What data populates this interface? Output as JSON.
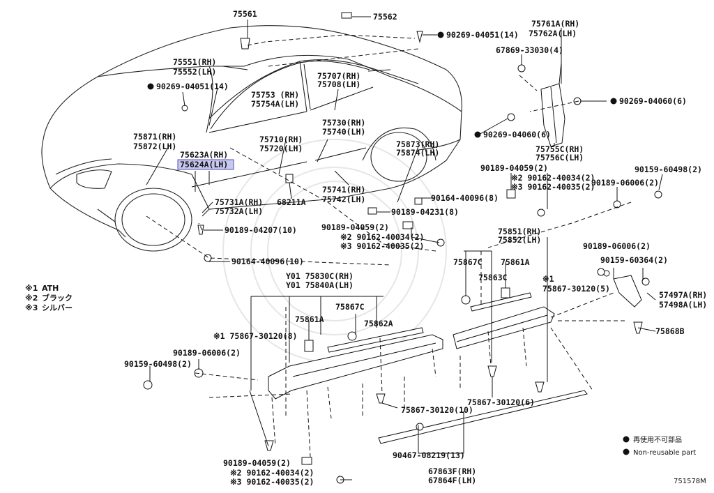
{
  "diagram_code": "751578M",
  "legend": {
    "reuse_jp": "再使用不可部品",
    "nonreuse_en": "Non-reusable part"
  },
  "notes": [
    {
      "mark": "※1",
      "text": "ATH"
    },
    {
      "mark": "※2",
      "text": "ブラック"
    },
    {
      "mark": "※3",
      "text": "シルバー"
    }
  ],
  "labels": [
    {
      "id": "l1",
      "text": "75561",
      "dot": false
    },
    {
      "id": "l2",
      "text": "75562",
      "dot": false
    },
    {
      "id": "l3",
      "text": "90269-04051(14)",
      "dot": true
    },
    {
      "id": "l4",
      "text": "75761A(RH)",
      "dot": false
    },
    {
      "id": "l5",
      "text": "75762A(LH)",
      "dot": false
    },
    {
      "id": "l6",
      "text": "67869-33030(4)",
      "dot": false
    },
    {
      "id": "l7",
      "text": "75551(RH)",
      "dot": false
    },
    {
      "id": "l8",
      "text": "75552(LH)",
      "dot": false
    },
    {
      "id": "l9",
      "text": "75707(RH)",
      "dot": false
    },
    {
      "id": "l10",
      "text": "75708(LH)",
      "dot": false
    },
    {
      "id": "l11",
      "text": "90269-04051(14)",
      "dot": true
    },
    {
      "id": "l12",
      "text": "75753 (RH)",
      "dot": false
    },
    {
      "id": "l13",
      "text": "75754A(LH)",
      "dot": false
    },
    {
      "id": "l14",
      "text": "90269-04060(6)",
      "dot": true
    },
    {
      "id": "l15",
      "text": "75730(RH)",
      "dot": false
    },
    {
      "id": "l16",
      "text": "75740(LH)",
      "dot": false
    },
    {
      "id": "l17",
      "text": "90269-04060(6)",
      "dot": true
    },
    {
      "id": "l18",
      "text": "75871(RH)",
      "dot": false
    },
    {
      "id": "l19",
      "text": "75872(LH)",
      "dot": false
    },
    {
      "id": "l20",
      "text": "75710(RH)",
      "dot": false
    },
    {
      "id": "l21",
      "text": "75720(LH)",
      "dot": false
    },
    {
      "id": "l22",
      "text": "75873(RH)",
      "dot": false
    },
    {
      "id": "l23",
      "text": "75874(LH)",
      "dot": false
    },
    {
      "id": "l24",
      "text": "75755C(RH)",
      "dot": false
    },
    {
      "id": "l25",
      "text": "75756C(LH)",
      "dot": false
    },
    {
      "id": "l26",
      "text": "75623A(RH)",
      "dot": false
    },
    {
      "id": "l27",
      "text": "75624A(LH)",
      "dot": false,
      "highlight": true
    },
    {
      "id": "l28",
      "text": "90189-04059(2)",
      "dot": false
    },
    {
      "id": "l29",
      "text": "※2 90162-40034(2)",
      "dot": false
    },
    {
      "id": "l30",
      "text": "※3 90162-40035(2)",
      "dot": false
    },
    {
      "id": "l31",
      "text": "90159-60498(2)",
      "dot": false
    },
    {
      "id": "l32",
      "text": "90189-06006(2)",
      "dot": false
    },
    {
      "id": "l33",
      "text": "75741(RH)",
      "dot": false
    },
    {
      "id": "l34",
      "text": "75742(LH)",
      "dot": false
    },
    {
      "id": "l35",
      "text": "90164-40096(8)",
      "dot": false
    },
    {
      "id": "l36",
      "text": "75731A(RH)",
      "dot": false
    },
    {
      "id": "l37",
      "text": "75732A(LH)",
      "dot": false
    },
    {
      "id": "l38",
      "text": "68211A",
      "dot": false
    },
    {
      "id": "l39",
      "text": "90189-04231(8)",
      "dot": false
    },
    {
      "id": "l40",
      "text": "90189-04207(10)",
      "dot": false
    },
    {
      "id": "l41",
      "text": "90189-04059(2)",
      "dot": false
    },
    {
      "id": "l42",
      "text": "※2 90162-40034(2)",
      "dot": false
    },
    {
      "id": "l43",
      "text": "※3 90162-40035(2)",
      "dot": false
    },
    {
      "id": "l44",
      "text": "75851(RH)",
      "dot": false
    },
    {
      "id": "l45",
      "text": "75852(LH)",
      "dot": false
    },
    {
      "id": "l46",
      "text": "90189-06006(2)",
      "dot": false
    },
    {
      "id": "l47",
      "text": "90164-40096(10)",
      "dot": false
    },
    {
      "id": "l48",
      "text": "75867C",
      "dot": false
    },
    {
      "id": "l49",
      "text": "75861A",
      "dot": false
    },
    {
      "id": "l50",
      "text": "90159-60364(2)",
      "dot": false
    },
    {
      "id": "l51",
      "text": "75863C",
      "dot": false
    },
    {
      "id": "l52",
      "text": "※1",
      "dot": false
    },
    {
      "id": "l53",
      "text": "75867-30120(5)",
      "dot": false
    },
    {
      "id": "l54",
      "text": "57497A(RH)",
      "dot": false
    },
    {
      "id": "l55",
      "text": "57498A(LH)",
      "dot": false
    },
    {
      "id": "l56",
      "text": "Y01 75830C(RH)",
      "dot": false
    },
    {
      "id": "l57",
      "text": "Y01 75840A(LH)",
      "dot": false
    },
    {
      "id": "l58",
      "text": "75867C",
      "dot": false
    },
    {
      "id": "l59",
      "text": "75861A",
      "dot": false
    },
    {
      "id": "l60",
      "text": "75862A",
      "dot": false
    },
    {
      "id": "l61",
      "text": "※1 75867-30120(8)",
      "dot": false
    },
    {
      "id": "l62",
      "text": "75868B",
      "dot": false
    },
    {
      "id": "l63",
      "text": "90189-06006(2)",
      "dot": false
    },
    {
      "id": "l64",
      "text": "90159-60498(2)",
      "dot": false
    },
    {
      "id": "l65",
      "text": "75867-30120(10)",
      "dot": false
    },
    {
      "id": "l66",
      "text": "75867-30120(6)",
      "dot": false
    },
    {
      "id": "l67",
      "text": "90189-04059(2)",
      "dot": false
    },
    {
      "id": "l68",
      "text": "※2 90162-40034(2)",
      "dot": false
    },
    {
      "id": "l69",
      "text": "※3 90162-40035(2)",
      "dot": false
    },
    {
      "id": "l70",
      "text": "90467-08219(13)",
      "dot": false
    },
    {
      "id": "l71",
      "text": "67863F(RH)",
      "dot": false
    },
    {
      "id": "l72",
      "text": "67864F(LH)",
      "dot": false
    }
  ]
}
